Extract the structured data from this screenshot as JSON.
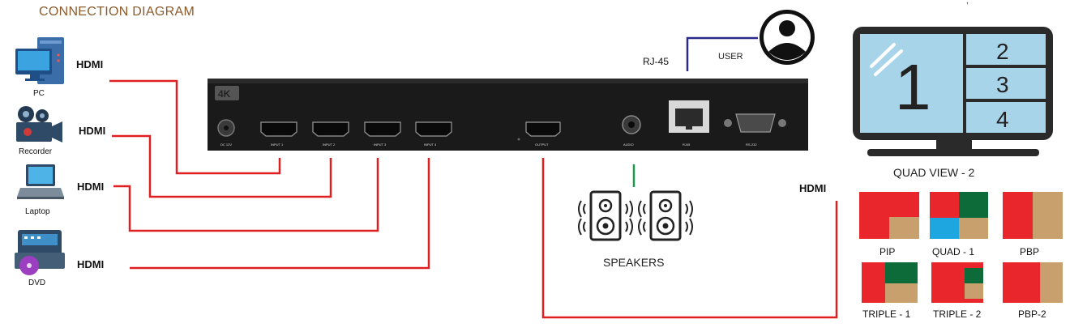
{
  "title": "CONNECTION DIAGRAM",
  "colors": {
    "red_wire": "#e02020",
    "green_wire": "#1a9a4a",
    "blue_wire": "#2a2a8a",
    "monitor_screen": "#a8d4ea",
    "layout_red": "#e8262b",
    "layout_tan": "#c8a06e",
    "layout_green": "#0d6b3a",
    "layout_blue": "#1ea6e0",
    "title_brown": "#8b5a2b"
  },
  "sources": [
    {
      "label": "PC",
      "icon": "pc-icon",
      "cable": "HDMI"
    },
    {
      "label": "Recorder",
      "icon": "video-camera-icon",
      "cable": "HDMI"
    },
    {
      "label": "Laptop",
      "icon": "laptop-icon",
      "cable": "HDMI"
    },
    {
      "label": "DVD",
      "icon": "dvd-player-icon",
      "cable": "HDMI"
    }
  ],
  "device": {
    "badge": "4K",
    "ports": [
      "DC 12V",
      "INPUT 1",
      "INPUT 2",
      "INPUT 3",
      "INPUT 4",
      "OUTPUT",
      "AUDIO",
      "RJ45",
      "RS-232"
    ]
  },
  "network": {
    "port_label": "RJ-45",
    "user_label": "USER",
    "icon": "user-icon"
  },
  "speakers": {
    "label": "SPEAKERS",
    "icon": "speaker-icon"
  },
  "output": {
    "cable": "HDMI"
  },
  "monitor": {
    "main": "1",
    "sub": [
      "2",
      "3",
      "4"
    ],
    "caption": "QUAD VIEW - 2",
    "corner_mark": ","
  },
  "layouts": [
    "PIP",
    "QUAD - 1",
    "PBP",
    "TRIPLE - 1",
    "TRIPLE - 2",
    "PBP-2"
  ]
}
